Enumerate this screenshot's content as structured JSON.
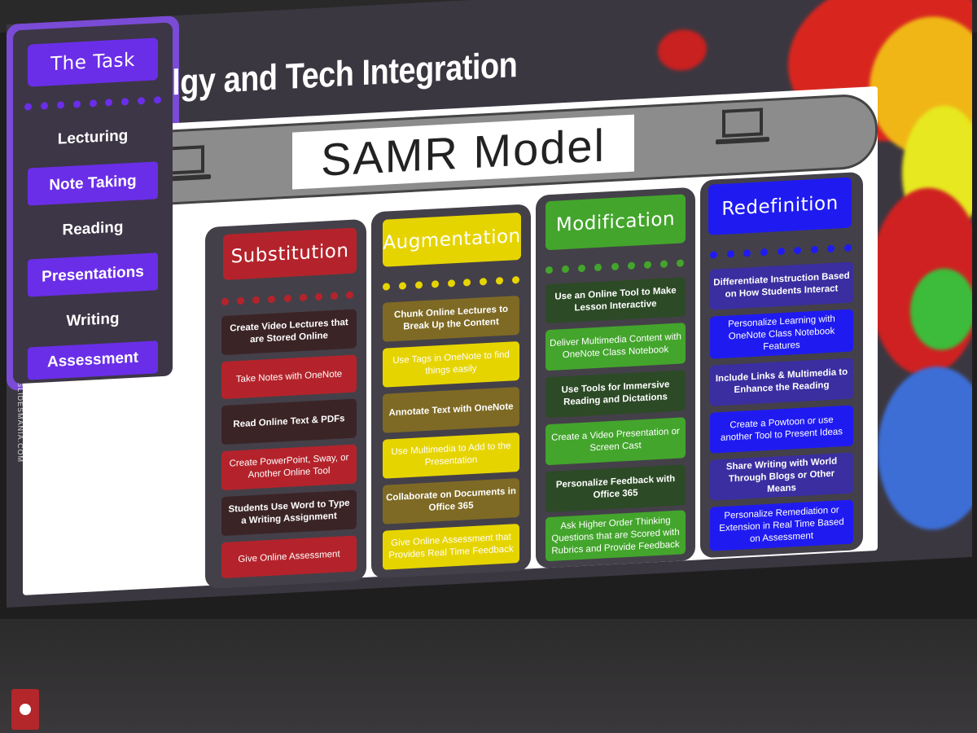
{
  "slide": {
    "title": "Technolgy and Tech Integration",
    "banner": "SAMR Model",
    "side_label": "SLIDESMANIA.COM"
  },
  "columns": [
    {
      "header": "The Task",
      "items": [
        "Lecturing",
        "Note Taking",
        "Reading",
        "Presentations",
        "Writing",
        "Assessment"
      ]
    },
    {
      "header": "Substitution",
      "items": [
        "Create Video Lectures that are Stored Online",
        "Take Notes with OneNote",
        "Read Online Text & PDFs",
        "Create PowerPoint, Sway, or Another Online Tool",
        "Students Use Word to Type a Writing Assignment",
        "Give Online Assessment"
      ]
    },
    {
      "header": "Augmentation",
      "items": [
        "Chunk Online Lectures to Break Up the Content",
        "Use Tags in OneNote to find things easily",
        "Annotate Text with OneNote",
        "Use Multimedia to Add to the Presentation",
        "Collaborate on Documents in Office 365",
        "Give Online Assessment that Provides Real Time Feedback"
      ]
    },
    {
      "header": "Modification",
      "items": [
        "Use an Online Tool to Make Lesson Interactive",
        "Deliver Multimedia Content with OneNote Class Notebook",
        "Use Tools for Immersive Reading and Dictations",
        "Create a Video Presentation or Screen Cast",
        "Personalize Feedback with Office 365",
        "Ask Higher Order Thinking Questions that are Scored with Rubrics and Provide Feedback"
      ]
    },
    {
      "header": "Redefinition",
      "items": [
        "Differentiate Instruction Based on How Students Interact",
        "Personalize Learning with OneNote Class Notebook Features",
        "Include Links & Multimedia to Enhance the Reading",
        "Create a Powtoon or use another Tool to Present Ideas",
        "Share Writing with World Through Blogs or Other Means",
        "Personalize Remediation or Extension in Real Time Based on Assessment"
      ]
    }
  ],
  "colors": {
    "task": "#6a2ee8",
    "substitution": "#b4232b",
    "augmentation": "#e6d400",
    "modification": "#43a52c",
    "redefinition": "#1f1bf0"
  }
}
